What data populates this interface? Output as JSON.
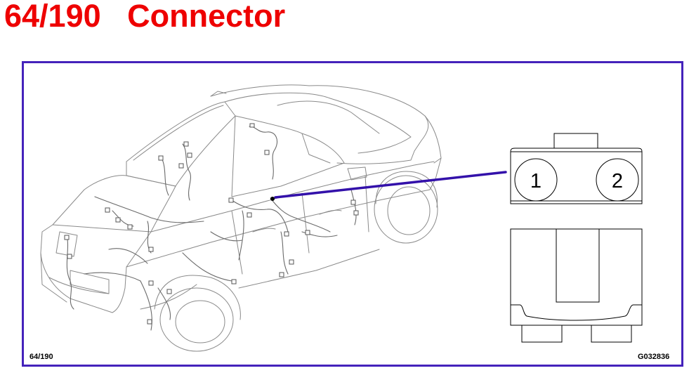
{
  "title": "64/190   Connector",
  "diagram": {
    "pin_labels": [
      "1",
      "2"
    ],
    "footer_left": "64/190",
    "footer_right": "G032836",
    "colors": {
      "title": "#ee0000",
      "frame": "#4422bb",
      "leader_line": "#3311aa",
      "outline": "#000000",
      "car_line": "#888888",
      "harness": "#666666"
    }
  }
}
